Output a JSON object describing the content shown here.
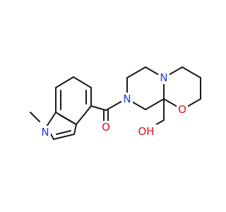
{
  "molecule": {
    "labels": {
      "n_indole": "N",
      "n_amide": "N",
      "n_bridge": "N",
      "o_carbonyl": "O",
      "o_ring": "O",
      "o_hydroxyl": "OH"
    },
    "colors": {
      "bond": "#1a1a1a",
      "nitrogen": "#1f3bd6",
      "oxygen": "#e0101c",
      "background": "#ffffff"
    }
  }
}
